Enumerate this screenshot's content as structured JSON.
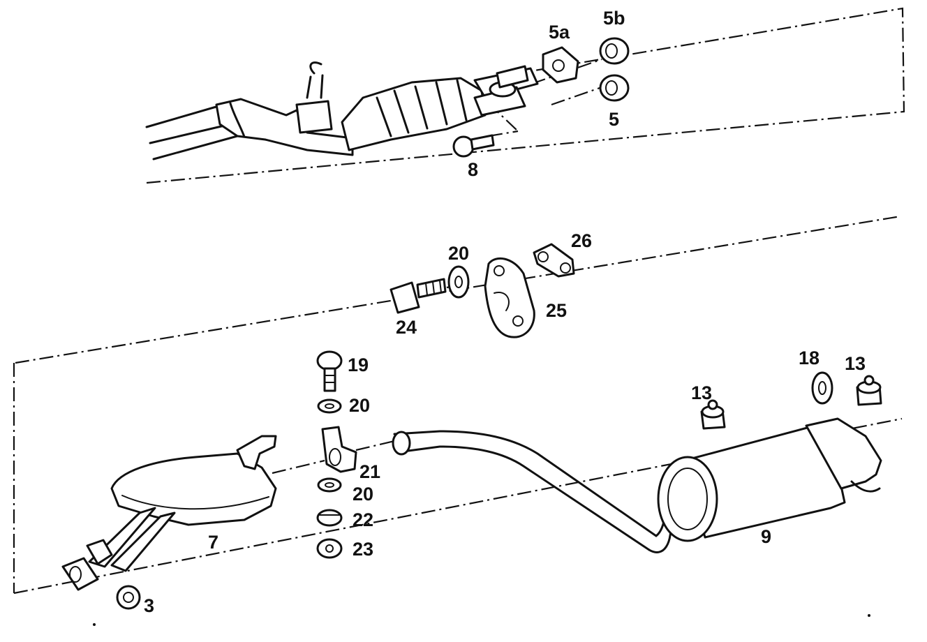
{
  "labels": {
    "p3": "3",
    "p5": "5",
    "p5a": "5a",
    "p5b": "5b",
    "p7": "7",
    "p8": "8",
    "p9": "9",
    "p13a": "13",
    "p13b": "13",
    "p18": "18",
    "p19": "19",
    "p20a": "20",
    "p20b": "20",
    "p20c": "20",
    "p21": "21",
    "p22": "22",
    "p23": "23",
    "p24": "24",
    "p25": "25",
    "p26": "26"
  }
}
